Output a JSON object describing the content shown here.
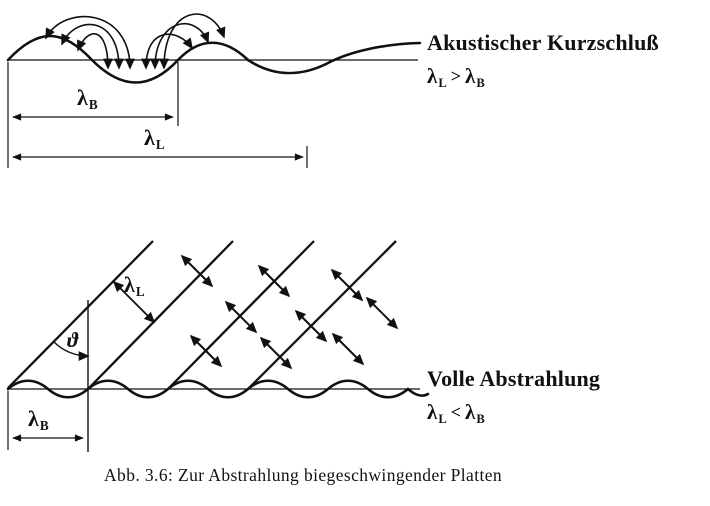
{
  "figure": {
    "top": {
      "title": "Akustischer Kurzschluß",
      "relation": {
        "lambda": "λ",
        "left_sub": "L",
        "operator": ">",
        "right_sub": "B"
      },
      "dim_lambda_b": {
        "symbol": "λ",
        "sub": "B"
      },
      "dim_lambda_l": {
        "symbol": "λ",
        "sub": "L"
      }
    },
    "bottom": {
      "title": "Volle Abstrahlung",
      "relation": {
        "lambda": "λ",
        "left_sub": "L",
        "operator": "<",
        "right_sub": "B"
      },
      "angle_symbol": "ϑ",
      "dim_lambda_b": {
        "symbol": "λ",
        "sub": "B"
      },
      "dim_lambda_l": {
        "symbol": "λ",
        "sub": "L"
      }
    },
    "caption": "Abb. 3.6: Zur Abstrahlung biegeschwingender Platten"
  }
}
